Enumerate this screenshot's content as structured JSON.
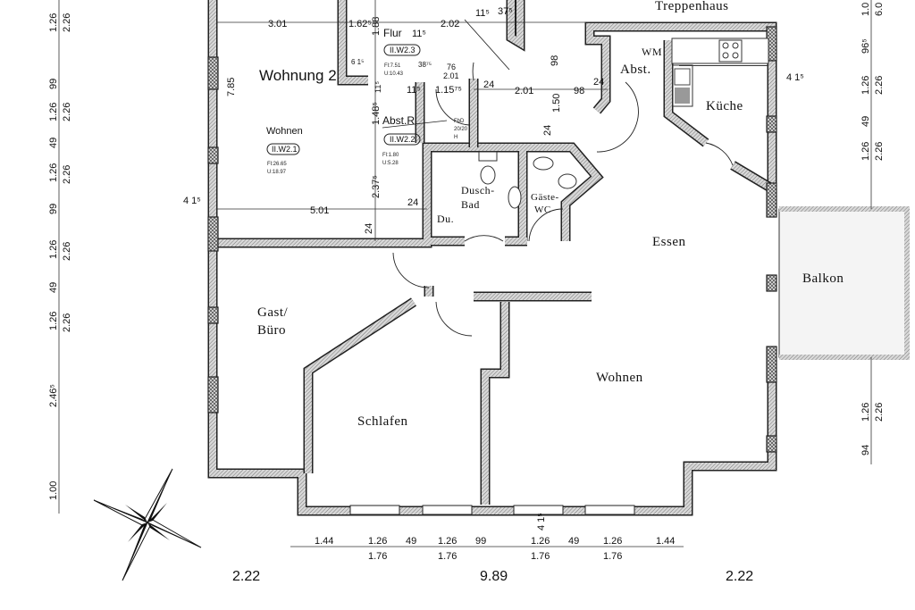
{
  "rooms": {
    "treppenhaus": "Treppenhaus",
    "wm": "WM",
    "abst": "Abst.",
    "kueche": "Küche",
    "essen": "Essen",
    "balkon": "Balkon",
    "wohnen": "Wohnen",
    "schlafen": "Schlafen",
    "gast_buero_1": "Gast/",
    "gast_buero_2": "Büro",
    "dusch_bad_1": "Dusch-",
    "dusch_bad_2": "Bad",
    "du": "Du.",
    "gaeste_wc_1": "Gäste-",
    "gaeste_wc_2": "WC"
  },
  "neighbor_unit": {
    "title": "Wohnung 2",
    "wohnen": {
      "label": "Wohnen",
      "code": "II.W2.1",
      "fl": "Fl:26.65",
      "u": "U:18.97"
    },
    "flur": {
      "label": "Flur",
      "height": "11⁵",
      "code": "II.W2.3",
      "fl": "Fl:7.51",
      "u": "U:10.43"
    },
    "abst_r": {
      "label": "Abst.R.",
      "code": "II.W2.2",
      "fl": "Fl:1.80",
      "u": "U:5.28"
    },
    "fbd": [
      "FbD",
      "20/20",
      "H"
    ]
  },
  "dimensions": {
    "top": [
      "3.01",
      "1.62⁵",
      "2.02",
      "11⁵",
      "37⁵",
      "6 1⁵",
      "38⁷⁵",
      "76",
      "2.01",
      "11⁵",
      "1.15⁷⁵",
      "24",
      "2.01",
      "98",
      "24",
      "1.88",
      "7.85",
      "11⁵",
      "1.48⁵",
      "2.37⁵",
      "24",
      "5.01",
      "24",
      "4 1⁵",
      "98",
      "1.50",
      "24",
      "4 1⁵"
    ],
    "left": [
      "1.26",
      "2.26",
      "99",
      "1.26",
      "2.26",
      "49",
      "1.26",
      "2.26",
      "99",
      "1.26",
      "2.26",
      "49",
      "1.26",
      "2.26",
      "2.46⁵",
      "1.00"
    ],
    "right": [
      "1.0",
      "6.0",
      "96⁵",
      "1.26",
      "2.26",
      "49",
      "1.26",
      "2.26",
      "1.26",
      "2.26",
      "94"
    ],
    "bottom": [
      "1.44",
      "1.26",
      "1.76",
      "49",
      "1.26",
      "1.76",
      "99",
      "1.26",
      "1.76",
      "49",
      "1.26",
      "1.76",
      "1.44",
      "4 1⁵"
    ],
    "bottom_totals": [
      "2.22",
      "9.89",
      "2.22"
    ]
  },
  "colors": {
    "wall": "#222222",
    "hatch": "#9a9a9a",
    "background": "#ffffff"
  }
}
